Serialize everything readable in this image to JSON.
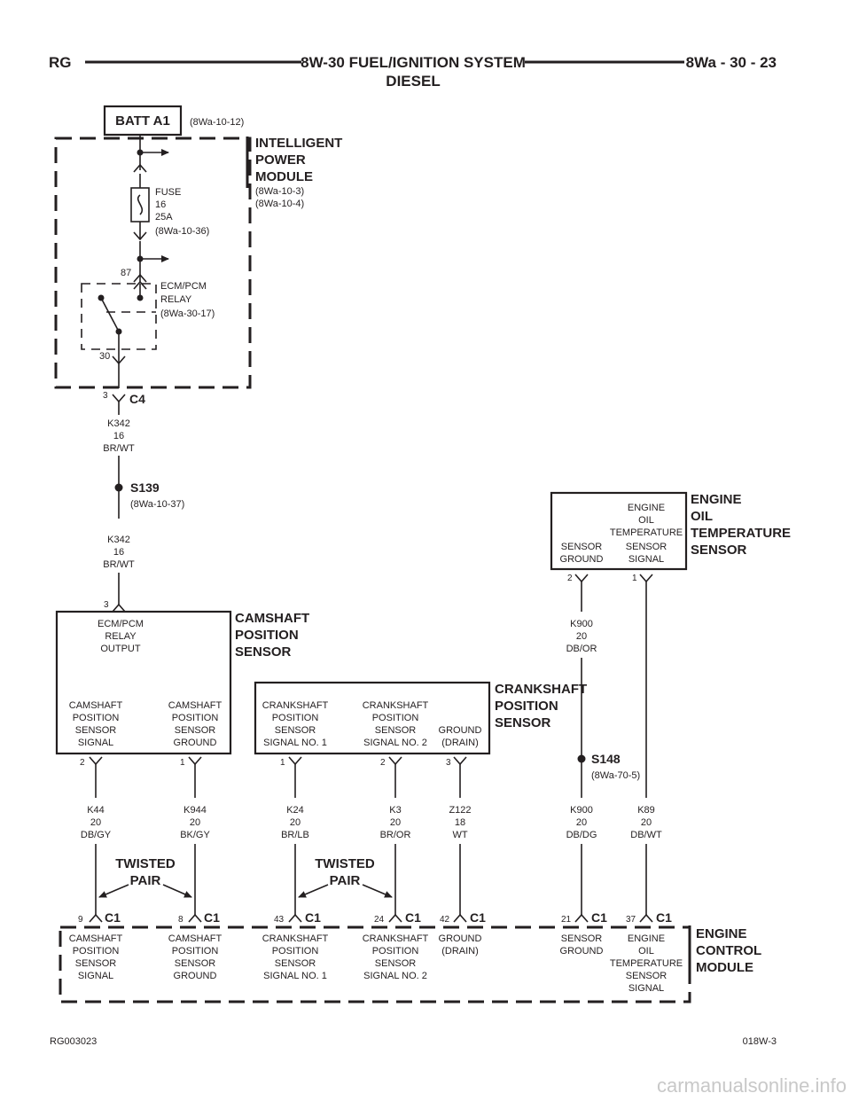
{
  "header": {
    "left": "RG",
    "title_line1": "8W-30 FUEL/IGNITION SYSTEM",
    "title_line2": "DIESEL",
    "right": "8Wa - 30 - 23"
  },
  "batt": {
    "label": "BATT A1",
    "ref": "(8Wa-10-12)"
  },
  "ipm": {
    "title": [
      "INTELLIGENT",
      "POWER",
      "MODULE"
    ],
    "refs": [
      "(8Wa-10-3)",
      "(8Wa-10-4)"
    ],
    "fuse": [
      "FUSE",
      "16",
      "25A",
      "(8Wa-10-36)"
    ],
    "relay": [
      "ECM/PCM",
      "RELAY",
      "(8Wa-30-17)"
    ],
    "pin87": "87",
    "pin30": "30"
  },
  "c4": {
    "pin": "3",
    "name": "C4"
  },
  "wire_top": [
    "K342",
    "16",
    "BR/WT"
  ],
  "s139": {
    "name": "S139",
    "ref": "(8Wa-10-37)"
  },
  "wire_mid": [
    "K342",
    "16",
    "BR/WT"
  ],
  "cam_sensor": {
    "pin_in": "3",
    "title": [
      "CAMSHAFT",
      "POSITION",
      "SENSOR"
    ],
    "relay_output": [
      "ECM/PCM",
      "RELAY",
      "OUTPUT"
    ],
    "signal": [
      "CAMSHAFT",
      "POSITION",
      "SENSOR",
      "SIGNAL"
    ],
    "ground": [
      "CAMSHAFT",
      "POSITION",
      "SENSOR",
      "GROUND"
    ],
    "pin_signal": "2",
    "pin_ground": "1"
  },
  "crank_sensor": {
    "title": [
      "CRANKSHAFT",
      "POSITION",
      "SENSOR"
    ],
    "sig1": [
      "CRANKSHAFT",
      "POSITION",
      "SENSOR",
      "SIGNAL NO. 1"
    ],
    "sig2": [
      "CRANKSHAFT",
      "POSITION",
      "SENSOR",
      "SIGNAL NO. 2"
    ],
    "drain": [
      "GROUND",
      "(DRAIN)"
    ],
    "pin1": "1",
    "pin2": "2",
    "pin3": "3"
  },
  "oil_sensor": {
    "title": [
      "ENGINE",
      "OIL",
      "TEMPERATURE",
      "SENSOR"
    ],
    "ground": [
      "SENSOR",
      "GROUND"
    ],
    "signal": [
      "ENGINE",
      "OIL",
      "TEMPERATURE",
      "SENSOR",
      "SIGNAL"
    ],
    "pin_ground": "2",
    "pin_signal": "1"
  },
  "wire_k900a": [
    "K900",
    "20",
    "DB/OR"
  ],
  "s148": {
    "name": "S148",
    "ref": "(8Wa-70-5)"
  },
  "wires": [
    [
      "K44",
      "20",
      "DB/GY"
    ],
    [
      "K944",
      "20",
      "BK/GY"
    ],
    [
      "K24",
      "20",
      "BR/LB"
    ],
    [
      "K3",
      "20",
      "BR/OR"
    ],
    [
      "Z122",
      "18",
      "WT"
    ],
    [
      "K900",
      "20",
      "DB/DG"
    ],
    [
      "K89",
      "20",
      "DB/WT"
    ]
  ],
  "twisted_pair": [
    "TWISTED",
    "PAIR"
  ],
  "ecm_connectors": [
    {
      "pin": "9",
      "name": "C1"
    },
    {
      "pin": "8",
      "name": "C1"
    },
    {
      "pin": "43",
      "name": "C1"
    },
    {
      "pin": "24",
      "name": "C1"
    },
    {
      "pin": "42",
      "name": "C1"
    },
    {
      "pin": "21",
      "name": "C1"
    },
    {
      "pin": "37",
      "name": "C1"
    }
  ],
  "ecm": {
    "title": [
      "ENGINE",
      "CONTROL",
      "MODULE"
    ],
    "labels": [
      [
        "CAMSHAFT",
        "POSITION",
        "SENSOR",
        "SIGNAL"
      ],
      [
        "CAMSHAFT",
        "POSITION",
        "SENSOR",
        "GROUND"
      ],
      [
        "CRANKSHAFT",
        "POSITION",
        "SENSOR",
        "SIGNAL NO. 1"
      ],
      [
        "CRANKSHAFT",
        "POSITION",
        "SENSOR",
        "SIGNAL NO. 2"
      ],
      [
        "GROUND",
        "(DRAIN)"
      ],
      [
        "SENSOR",
        "GROUND"
      ],
      [
        "ENGINE",
        "OIL",
        "TEMPERATURE",
        "SENSOR",
        "SIGNAL"
      ]
    ]
  },
  "footer": {
    "left": "RG003023",
    "right": "018W-3"
  },
  "watermark": "carmanualsonline.info"
}
